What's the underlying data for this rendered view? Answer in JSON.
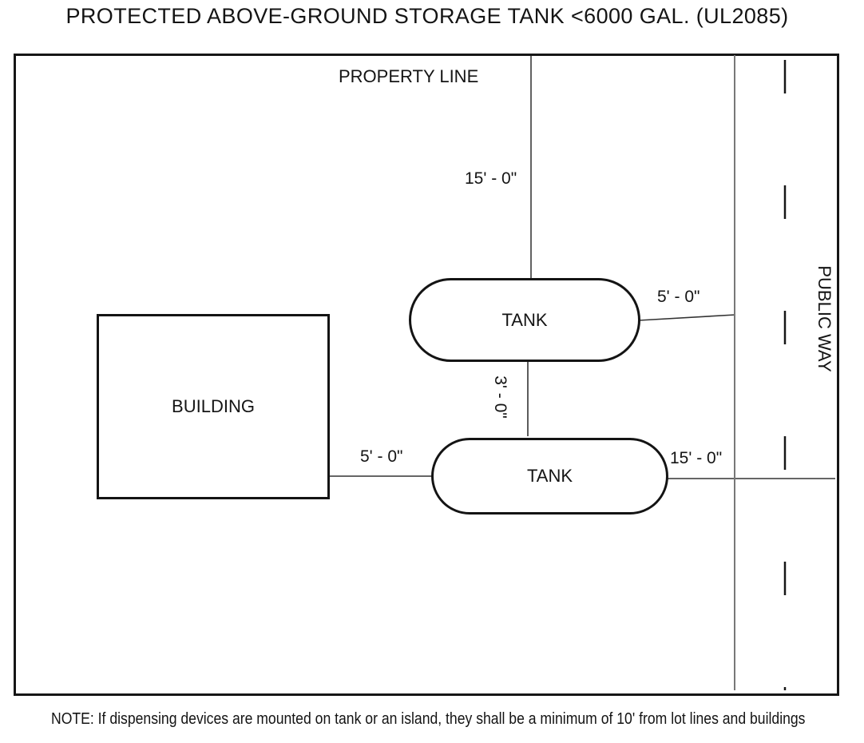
{
  "title": "PROTECTED ABOVE-GROUND STORAGE TANK <6000 GAL. (UL2085)",
  "diagram": {
    "property_line": {
      "label": "PROPERTY LINE"
    },
    "public_way": {
      "label": "PUBLIC WAY"
    },
    "building": {
      "label": "BUILDING"
    },
    "tank_upper": {
      "label": "TANK"
    },
    "tank_lower": {
      "label": "TANK"
    },
    "dims": {
      "property_line_to_upper_tank": "15' - 0\"",
      "upper_tank_to_public_way": "5' - 0\"",
      "upper_tank_to_lower_tank": "3' - 0\"",
      "building_to_lower_tank": "5' - 0\"",
      "lower_tank_to_public_way": "15' - 0\""
    }
  },
  "note": "NOTE: If dispensing devices are mounted on tank or an island, they shall be a minimum of 10' from lot lines and buildings",
  "colors": {
    "background": "#ffffff",
    "outline": "#161616",
    "leader_line": "#333333",
    "street_edge_line": "#787878",
    "text": "#141414"
  }
}
